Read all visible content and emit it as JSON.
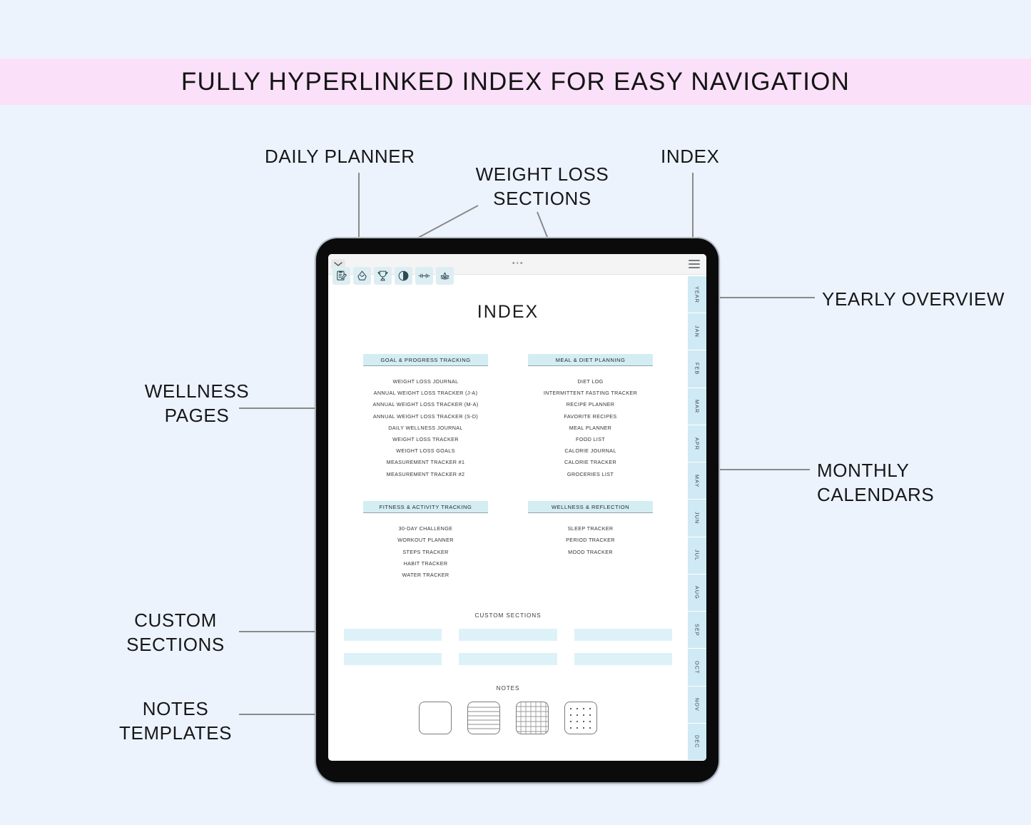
{
  "banner": {
    "title": "FULLY HYPERLINKED INDEX FOR EASY NAVIGATION"
  },
  "annotations": {
    "daily_planner": "DAILY PLANNER",
    "weight_loss_sections": "WEIGHT LOSS\nSECTIONS",
    "index": "INDEX",
    "yearly_overview": "YEARLY OVERVIEW",
    "wellness_pages": "WELLNESS\nPAGES",
    "monthly_calendars": "MONTHLY\nCALENDARS",
    "custom_sections": "CUSTOM\nSECTIONS",
    "notes_templates": "NOTES\nTEMPLATES"
  },
  "tablet": {
    "toolbar": [
      {
        "name": "clipboard-note-icon",
        "label": "Daily Planner"
      },
      {
        "name": "scale-icon",
        "label": "Weight Loss"
      },
      {
        "name": "trophy-icon",
        "label": "Goals"
      },
      {
        "name": "nutrition-icon",
        "label": "Meal & Diet"
      },
      {
        "name": "dumbbell-icon",
        "label": "Fitness"
      },
      {
        "name": "lotus-icon",
        "label": "Wellness"
      }
    ],
    "menu_icon": "hamburger-icon",
    "page": {
      "title": "INDEX",
      "sections": [
        {
          "heading": "GOAL & PROGRESS TRACKING",
          "items": [
            "WEIGHT LOSS JOURNAL",
            "ANNUAL WEIGHT LOSS TRACKER (J-A)",
            "ANNUAL WEIGHT LOSS TRACKER (M-A)",
            "ANNUAL WEIGHT LOSS TRACKER (S-D)",
            "DAILY WELLNESS JOURNAL",
            "WEIGHT LOSS TRACKER",
            "WEIGHT LOSS GOALS",
            "MEASUREMENT TRACKER #1",
            "MEASUREMENT TRACKER #2"
          ]
        },
        {
          "heading": "MEAL & DIET PLANNING",
          "items": [
            "DIET LOG",
            "INTERMITTENT FASTING TRACKER",
            "RECIPE PLANNER",
            "FAVORITE RECIPES",
            "MEAL PLANNER",
            "FOOD LIST",
            "CALORIE JOURNAL",
            "CALORIE TRACKER",
            "GROCERIES LIST"
          ]
        },
        {
          "heading": "FITNESS & ACTIVITY TRACKING",
          "items": [
            "30-DAY CHALLENGE",
            "WORKOUT PLANNER",
            "STEPS TRACKER",
            "HABIT TRACKER",
            "WATER TRACKER"
          ]
        },
        {
          "heading": "WELLNESS & REFLECTION",
          "items": [
            "SLEEP TRACKER",
            "PERIOD TRACKER",
            "MOOD TRACKER"
          ]
        }
      ],
      "custom_sections": {
        "title": "CUSTOM SECTIONS",
        "boxes": [
          "",
          "",
          "",
          "",
          "",
          ""
        ]
      },
      "notes": {
        "title": "NOTES",
        "templates": [
          "blank",
          "lined",
          "grid",
          "dotted"
        ]
      }
    },
    "rail_tabs": [
      "YEAR",
      "JAN",
      "FEB",
      "MAR",
      "APR",
      "MAY",
      "JUN",
      "JUL",
      "AUG",
      "SEP",
      "OCT",
      "NOV",
      "DEC"
    ]
  },
  "colors": {
    "page_background": "#ecf3fc",
    "banner_background": "#fae0f8",
    "accent_teal": "#d4edf3",
    "custom_box": "#ddf2f8",
    "rail_tab": "#cfeaf4",
    "arrow": "#8a8a8a"
  }
}
